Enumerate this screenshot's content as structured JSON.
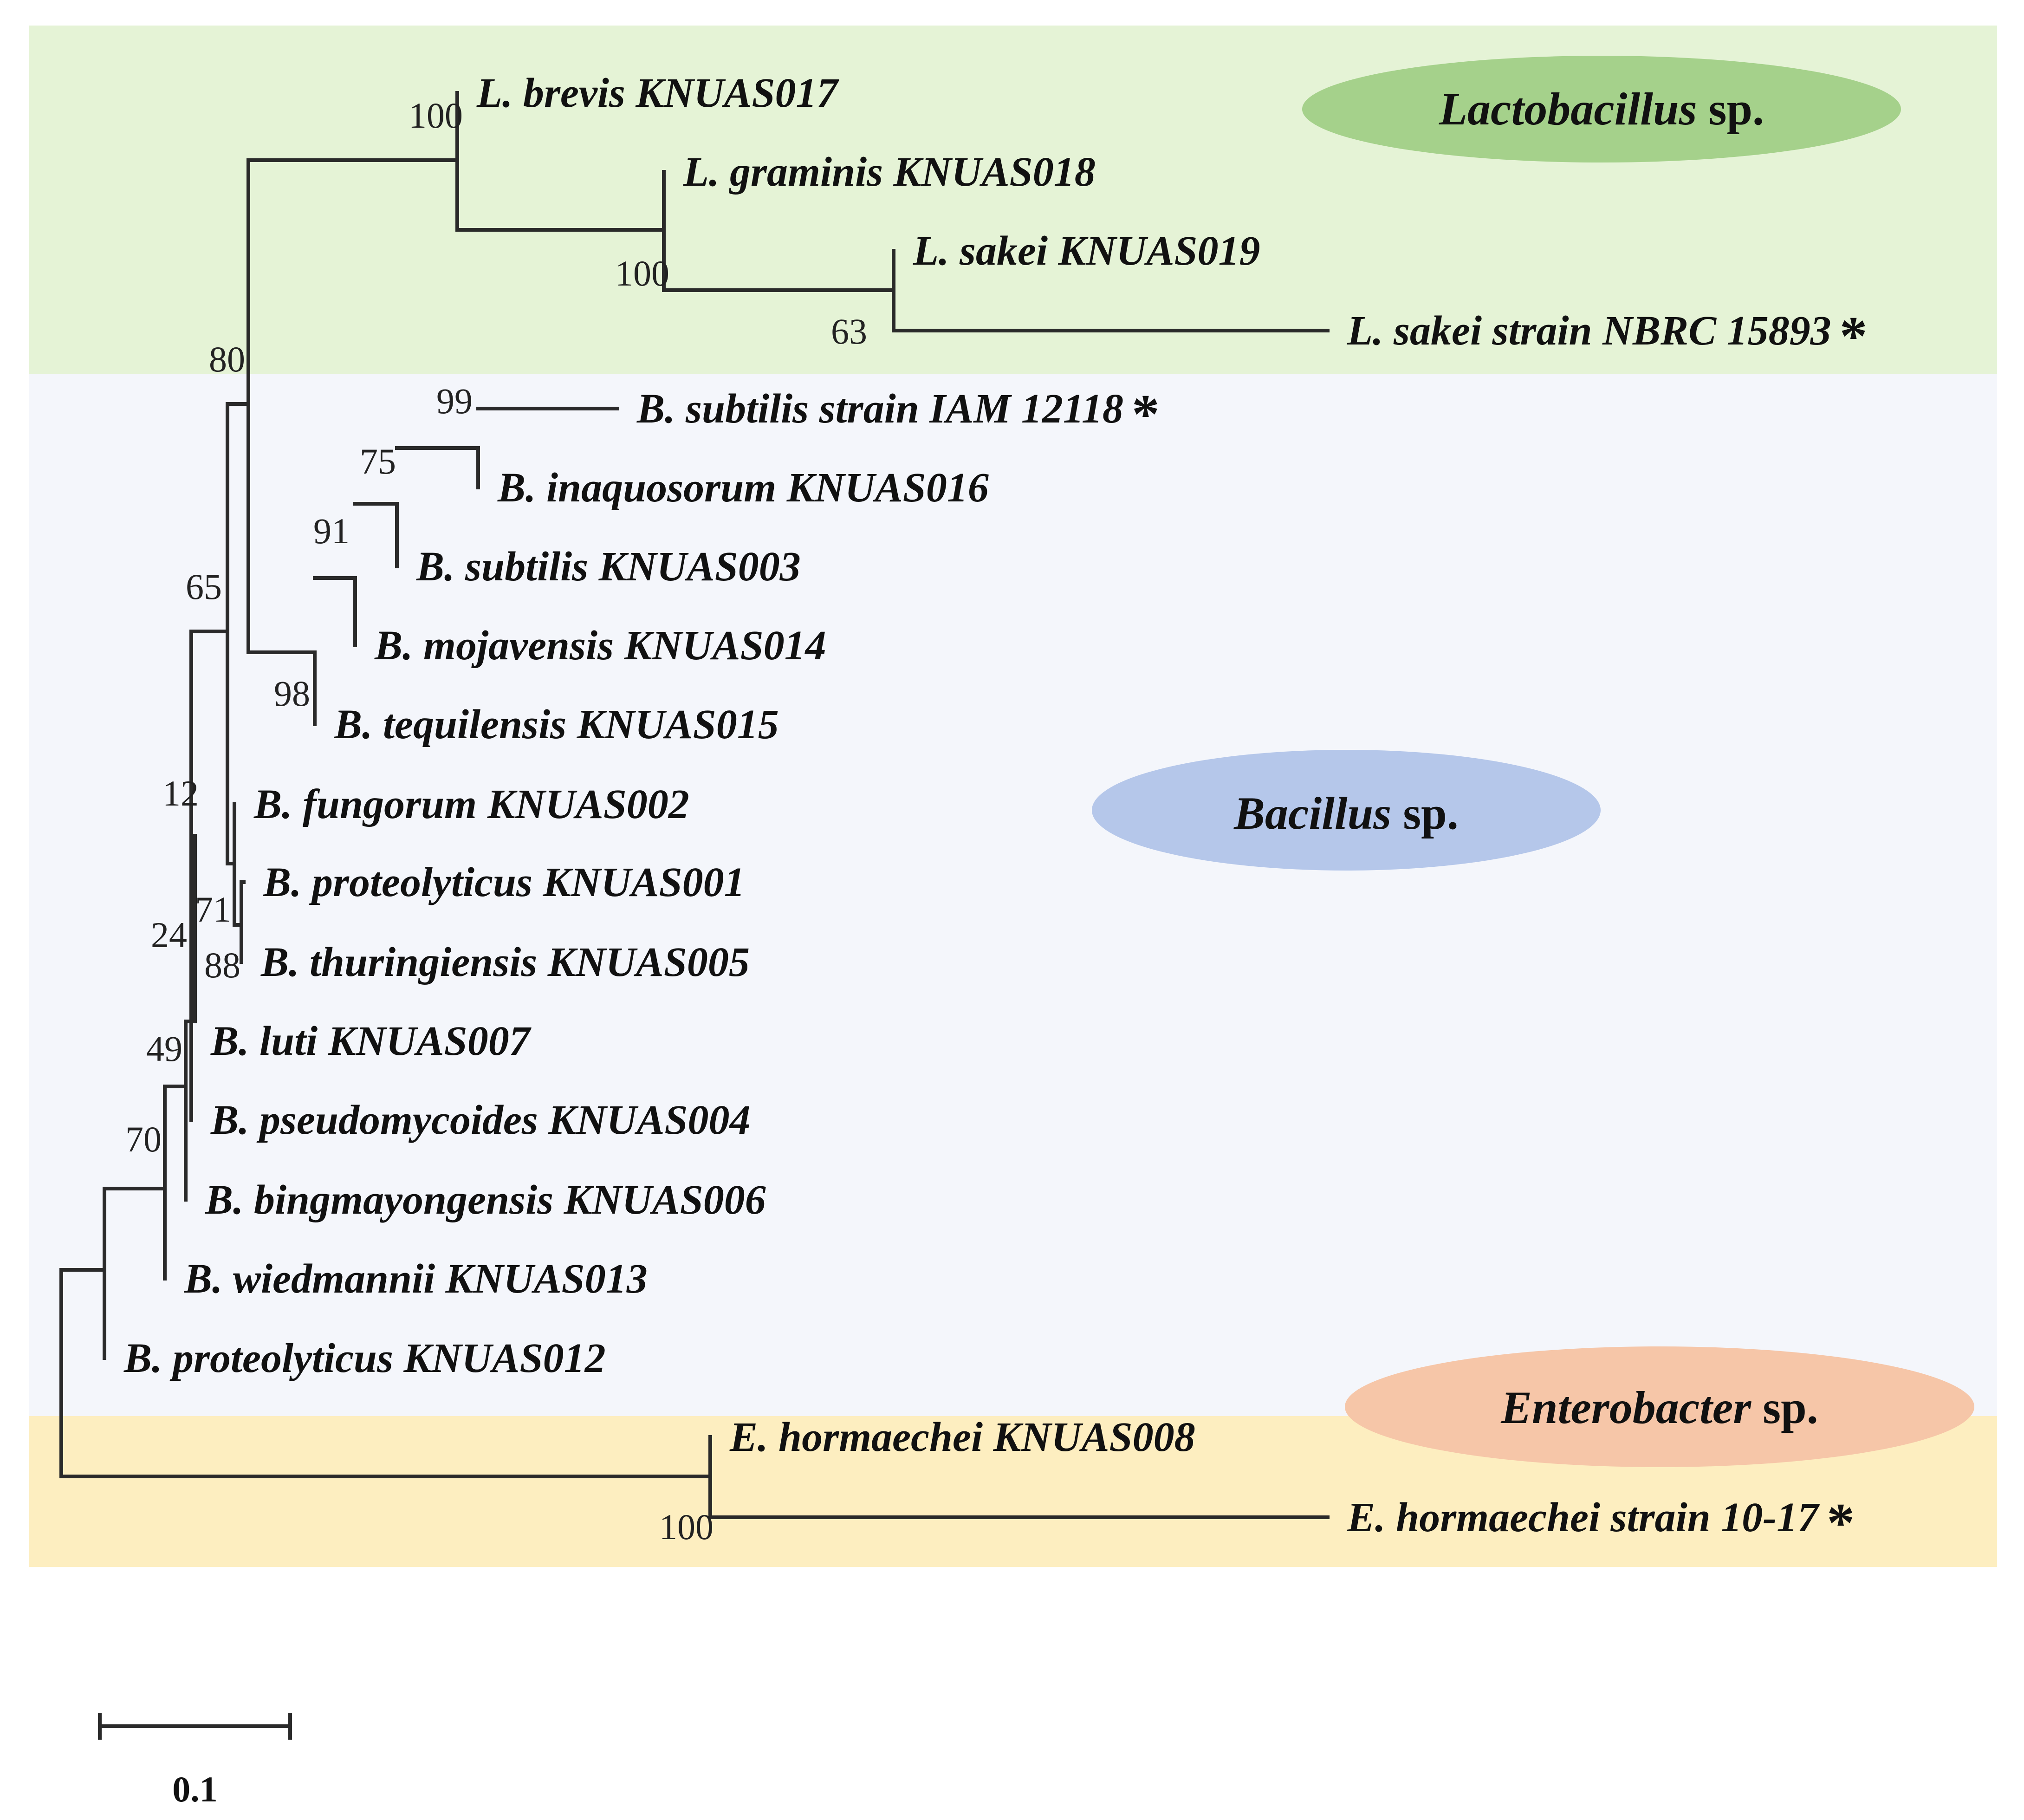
{
  "clades": [
    {
      "genus": "Lactobacillus",
      "suffix": " sp.",
      "band_color": "#e5f3d6",
      "ellipse_color": "#a5d18b"
    },
    {
      "genus": "Bacillus",
      "suffix": " sp.",
      "band_color": "#f4f6fb",
      "ellipse_color": "#b5c7ea"
    },
    {
      "genus": "Enterobacter",
      "suffix": " sp.",
      "band_color": "#fdeec0",
      "ellipse_color": "#f6c6a8"
    }
  ],
  "taxa": [
    {
      "label": "L. brevis KNUAS017",
      "reference": false
    },
    {
      "label": "L. graminis KNUAS018",
      "reference": false
    },
    {
      "label": "L. sakei KNUAS019",
      "reference": false
    },
    {
      "label": "L. sakei strain NBRC 15893",
      "reference": true
    },
    {
      "label": "B. subtilis strain IAM 12118",
      "reference": true
    },
    {
      "label": "B. inaquosorum KNUAS016",
      "reference": false
    },
    {
      "label": "B. subtilis KNUAS003",
      "reference": false
    },
    {
      "label": "B. mojavensis KNUAS014",
      "reference": false
    },
    {
      "label": "B. tequilensis KNUAS015",
      "reference": false
    },
    {
      "label": "B. fungorum KNUAS002",
      "reference": false
    },
    {
      "label": "B. proteolyticus KNUAS001",
      "reference": false
    },
    {
      "label": "B. thuringiensis KNUAS005",
      "reference": false
    },
    {
      "label": "B. luti KNUAS007",
      "reference": false
    },
    {
      "label": "B. pseudomycoides KNUAS004",
      "reference": false
    },
    {
      "label": "B. bingmayongensis KNUAS006",
      "reference": false
    },
    {
      "label": "B. wiedmannii KNUAS013",
      "reference": false
    },
    {
      "label": "B. proteolyticus KNUAS012",
      "reference": false
    },
    {
      "label": "E. hormaechei KNUAS008",
      "reference": false
    },
    {
      "label": "E. hormaechei strain 10-17",
      "reference": true
    }
  ],
  "reference_marker": "*",
  "bootstrap_values": [
    "100",
    "100",
    "63",
    "80",
    "99",
    "75",
    "91",
    "98",
    "65",
    "12",
    "71",
    "88",
    "24",
    "49",
    "70",
    "100"
  ],
  "scale_bar": {
    "label": "0.1",
    "length": 0.1
  }
}
